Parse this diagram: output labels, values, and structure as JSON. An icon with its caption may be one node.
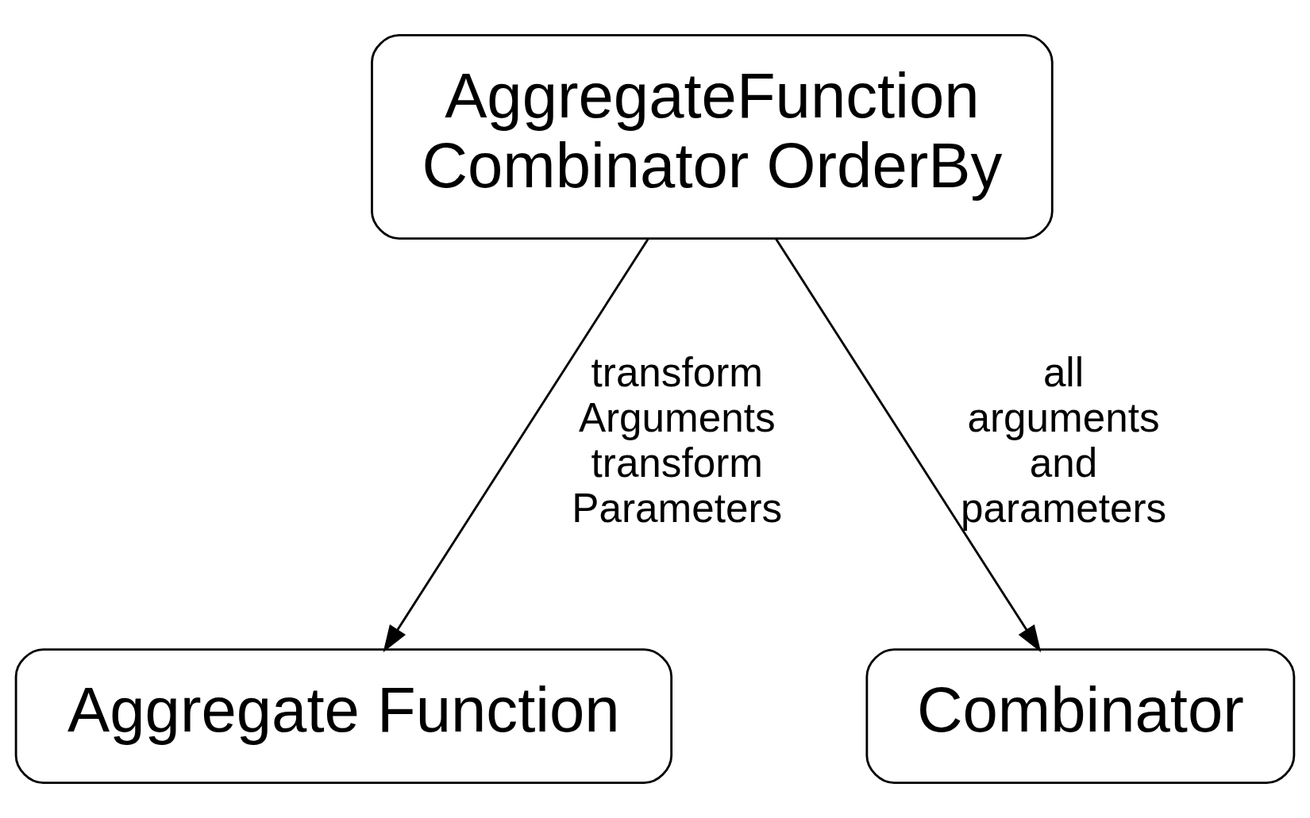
{
  "diagram": {
    "nodes": [
      {
        "text": [
          "AggregateFunction Combinator OrderBy"
        ]
      },
      {
        "text": [
          "Aggregate Function"
        ]
      },
      {
        "text": [
          "Combinator"
        ]
      }
    ],
    "edges": [
      {
        "from": 0,
        "to": 1,
        "arrow": "to",
        "label": "transform Arguments transform Parameters"
      },
      {
        "from": 0,
        "to": 2,
        "arrow": "to",
        "label": "all arguments and parameters"
      }
    ]
  }
}
